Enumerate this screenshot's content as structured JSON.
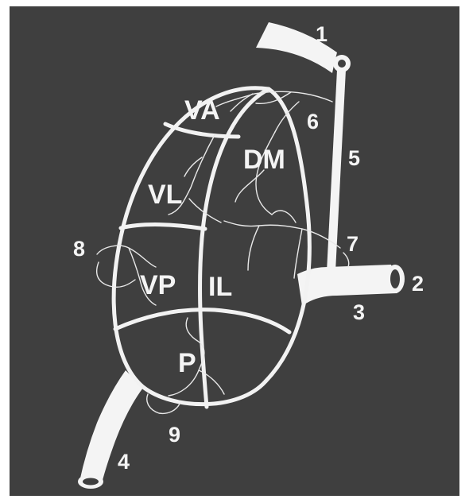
{
  "colors": {
    "background": "#3f3f3f",
    "outer_frame": "#ffffff",
    "lines": "#f2f2f2"
  },
  "regions": {
    "va": "VA",
    "dm": "DM",
    "vl": "VL",
    "vp": "VP",
    "il": "IL",
    "p": "P"
  },
  "vessel_numbers": {
    "n1": "1",
    "n2": "2",
    "n3": "3",
    "n4": "4",
    "n5": "5",
    "n6": "6",
    "n7": "7",
    "n8": "8",
    "n9": "9"
  }
}
